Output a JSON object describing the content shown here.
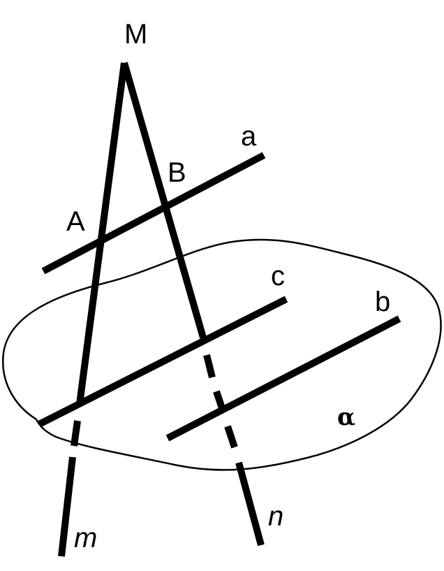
{
  "labels": {
    "apex": "M",
    "point_a": "A",
    "point_b": "B",
    "line_a": "a",
    "line_c": "c",
    "line_b": "b",
    "line_m": "m",
    "line_n": "n",
    "plane": "α"
  },
  "colors": {
    "ink": "#000000",
    "background": "#ffffff"
  }
}
